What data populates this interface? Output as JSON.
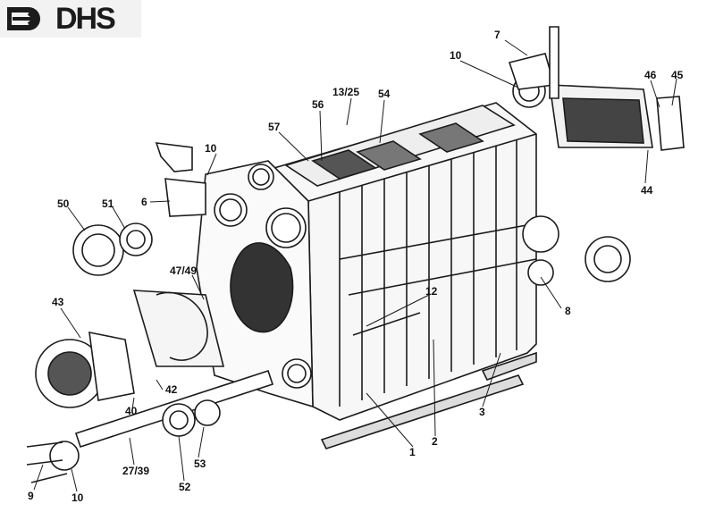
{
  "logo": {
    "text": "DHS",
    "icon": "arrow-logo-icon"
  },
  "diagram": {
    "labels": [
      "7",
      "10",
      "46",
      "45",
      "13/25",
      "54",
      "56",
      "57",
      "10",
      "6",
      "50",
      "51",
      "47/49",
      "12",
      "8",
      "44",
      "43",
      "42",
      "40",
      "27/39",
      "53",
      "52",
      "1",
      "2",
      "3",
      "9",
      "10"
    ]
  },
  "colors": {
    "ink": "#1b1b1b",
    "background": "#ffffff",
    "logo_bg": "#f2f2f2"
  }
}
